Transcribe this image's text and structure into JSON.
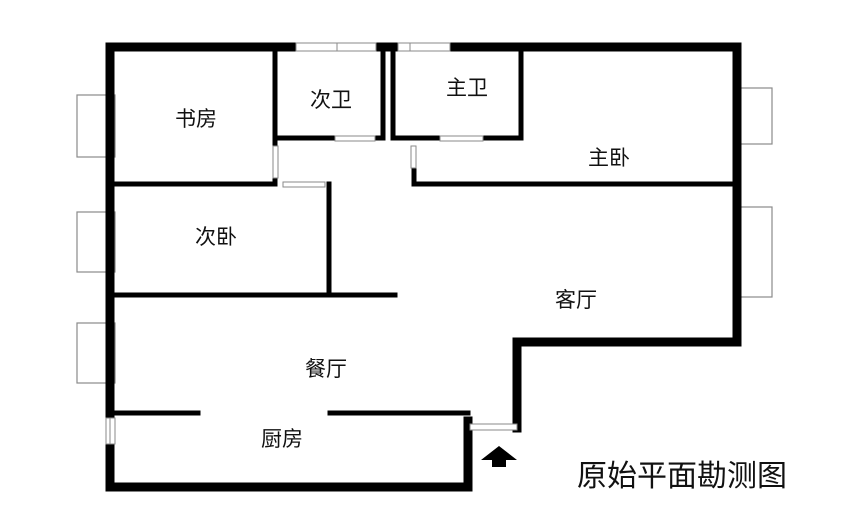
{
  "title": "原始平面勘测图",
  "rooms": {
    "study": "书房",
    "second_bathroom": "次卫",
    "master_bathroom": "主卫",
    "master_bedroom": "主卧",
    "second_bedroom": "次卧",
    "living_room": "客厅",
    "dining_room": "餐厅",
    "kitchen": "厨房"
  },
  "colors": {
    "wall": "#000000",
    "window": "#8a8a8a",
    "background": "#ffffff"
  },
  "icons": {
    "entrance": "up-arrow-icon"
  }
}
